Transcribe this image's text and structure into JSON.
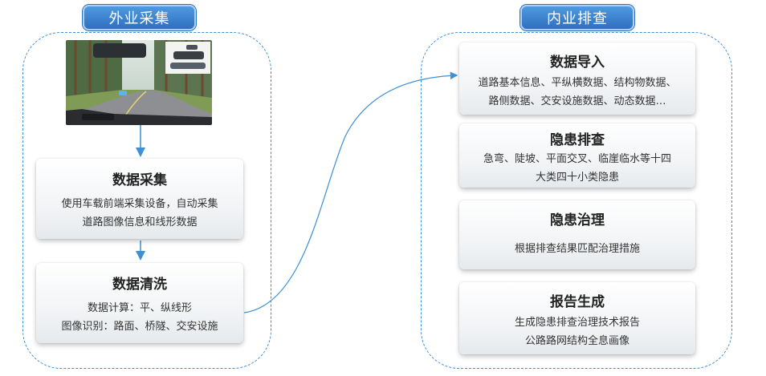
{
  "left": {
    "title": "外业采集",
    "cards": [
      {
        "title": "数据采集",
        "lines": [
          "使用车载前端采集设备，自动采集",
          "道路图像信息和线形数据"
        ]
      },
      {
        "title": "数据清洗",
        "lines": [
          "数据计算：平、纵线形",
          "图像识别：路面、桥隧、交安设施"
        ]
      }
    ]
  },
  "right": {
    "title": "内业排查",
    "cards": [
      {
        "title": "数据导入",
        "lines": [
          "道路基本信息、平纵横数据、结构物数据、",
          "路侧数据、交安设施数据、动态数据…"
        ]
      },
      {
        "title": "隐患排查",
        "lines": [
          "急弯、陡坡、平面交叉、临崖临水等十四",
          "大类四十小类隐患"
        ]
      },
      {
        "title": "隐患治理",
        "lines": [
          "根据排查结果匹配治理措施"
        ]
      },
      {
        "title": "报告生成",
        "lines": [
          "生成隐患排查治理技术报告",
          "公路路网结构全息画像"
        ]
      }
    ]
  },
  "colors": {
    "accent": "#3d8fd6",
    "pill": "#2f6fc0"
  }
}
